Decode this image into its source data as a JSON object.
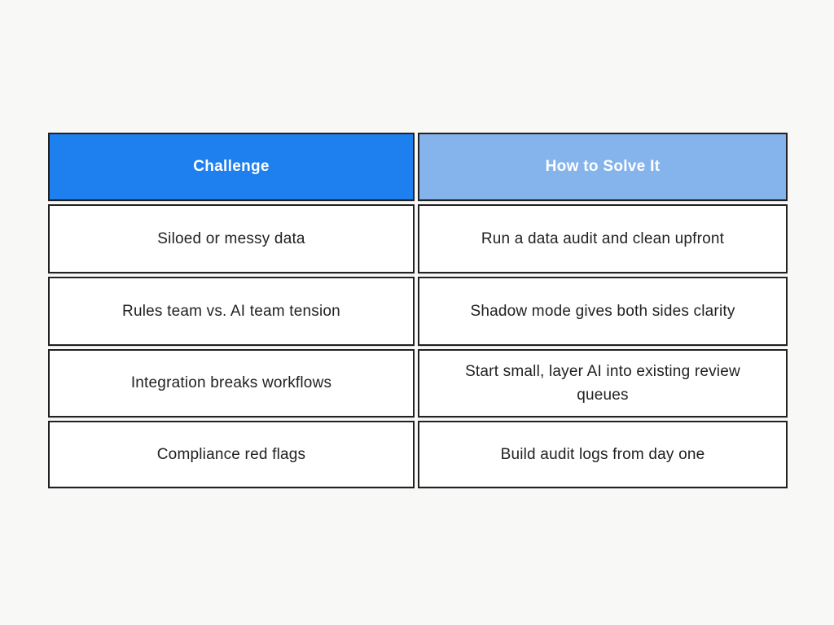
{
  "chart_data": {
    "type": "table",
    "columns": [
      "Challenge",
      "How to Solve It"
    ],
    "rows": [
      [
        "Siloed or messy data",
        "Run a data audit and clean upfront"
      ],
      [
        "Rules team vs. AI team tension",
        "Shadow mode gives both sides clarity"
      ],
      [
        "Integration breaks workflows",
        "Start small, layer AI into existing review queues"
      ],
      [
        "Compliance red flags",
        "Build audit logs from day one"
      ]
    ],
    "layout_hints": {
      "header_row": true,
      "columns_count": 2,
      "body_rows_count": 4,
      "cell_alignment": "center"
    }
  },
  "table": {
    "headers": [
      {
        "label": "Challenge"
      },
      {
        "label": "How to Solve It"
      }
    ],
    "rows": [
      {
        "challenge": "Siloed or messy data",
        "solution": "Run a data audit and clean upfront"
      },
      {
        "challenge": "Rules team vs. AI team tension",
        "solution": "Shadow mode gives both sides clarity"
      },
      {
        "challenge": "Integration breaks workflows",
        "solution": "Start small, layer AI into existing review queues"
      },
      {
        "challenge": "Compliance red flags",
        "solution": "Build audit logs from day one"
      }
    ]
  },
  "colors": {
    "header_challenge_bg": "#1e80ee",
    "header_solve_bg": "#84b4eb",
    "header_text": "#ffffff",
    "cell_bg": "#ffffff",
    "cell_text": "#212121",
    "border": "#212121",
    "page_bg": "#f8f8f6"
  }
}
